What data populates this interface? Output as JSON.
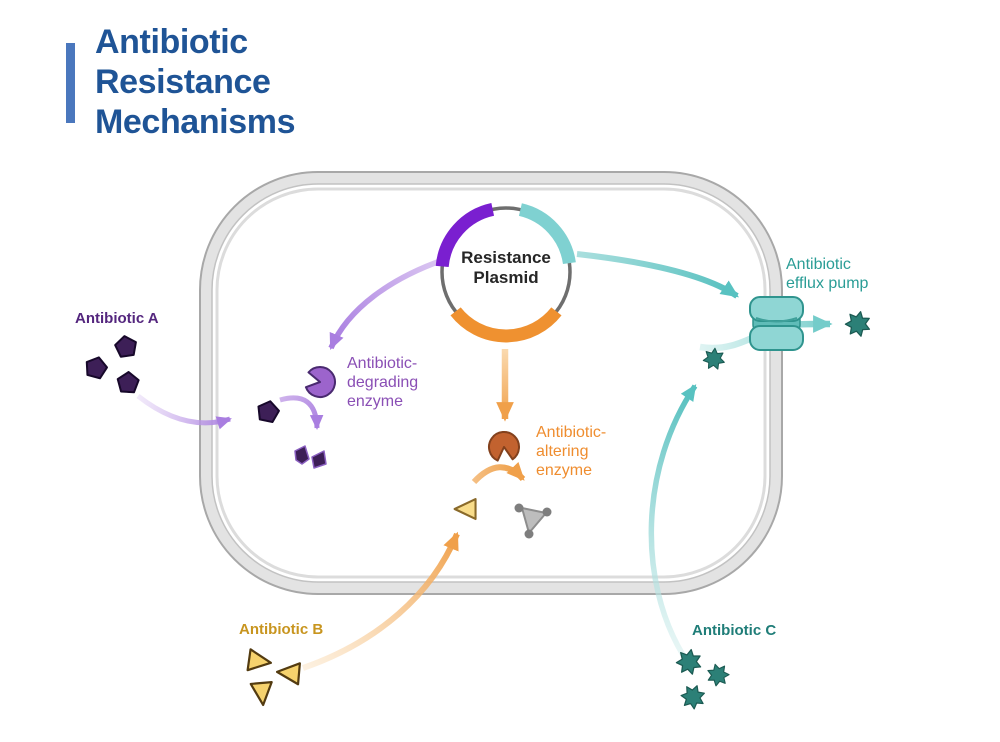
{
  "title": {
    "text": "Antibiotic\nResistance\nMechanisms"
  },
  "plasmid": {
    "label": "Resistance\nPlasmid"
  },
  "enzymes": {
    "degrading": {
      "label": "Antibiotic-\ndegrading\nenzyme",
      "shape": "pacman-enzyme"
    },
    "altering": {
      "label": "Antibiotic-\naltering\nenzyme",
      "shape": "pacman-enzyme"
    },
    "efflux_pump": {
      "label": "Antibiotic\nefflux pump",
      "shape": "membrane-barrel-pump"
    }
  },
  "antibiotics": {
    "a": {
      "label": "Antibiotic A",
      "shape": "pentagon"
    },
    "b": {
      "label": "Antibiotic B",
      "shape": "triangle"
    },
    "c": {
      "label": "Antibiotic C",
      "shape": "star"
    }
  },
  "colors": {
    "title_blue": "#1f5496",
    "accent_bar_blue": "#4a77bd",
    "antibiotic_a_label": "#54267e",
    "antibiotic_a_molecule": "#3d1f57",
    "degrading_enzyme_label": "#8a4fb5",
    "degrading_enzyme_fill": "#9c64cc",
    "purple_arrow": "#a97ee0",
    "plasmid_segment_purple": "#7a1fd0",
    "plasmid_segment_teal": "#7fd1d1",
    "plasmid_segment_orange": "#ef9130",
    "plasmid_ring_gray": "#6e6e6e",
    "altering_enzyme_label": "#ef8d2f",
    "altering_enzyme_fill": "#c2622f",
    "orange_arrow": "#f0a04a",
    "antibiotic_b_label": "#c8951f",
    "antibiotic_b_molecule": "#f6d26d",
    "antibiotic_c_label": "#1f7d78",
    "antibiotic_c_molecule": "#2c8077",
    "efflux_pump_label": "#2a9d96",
    "efflux_pump_fill": "#8fd6d4",
    "teal_arrow": "#58c2c1",
    "membrane_gray": "#e1e1e1",
    "altered_molecule_gray": "#bdbdbd"
  }
}
